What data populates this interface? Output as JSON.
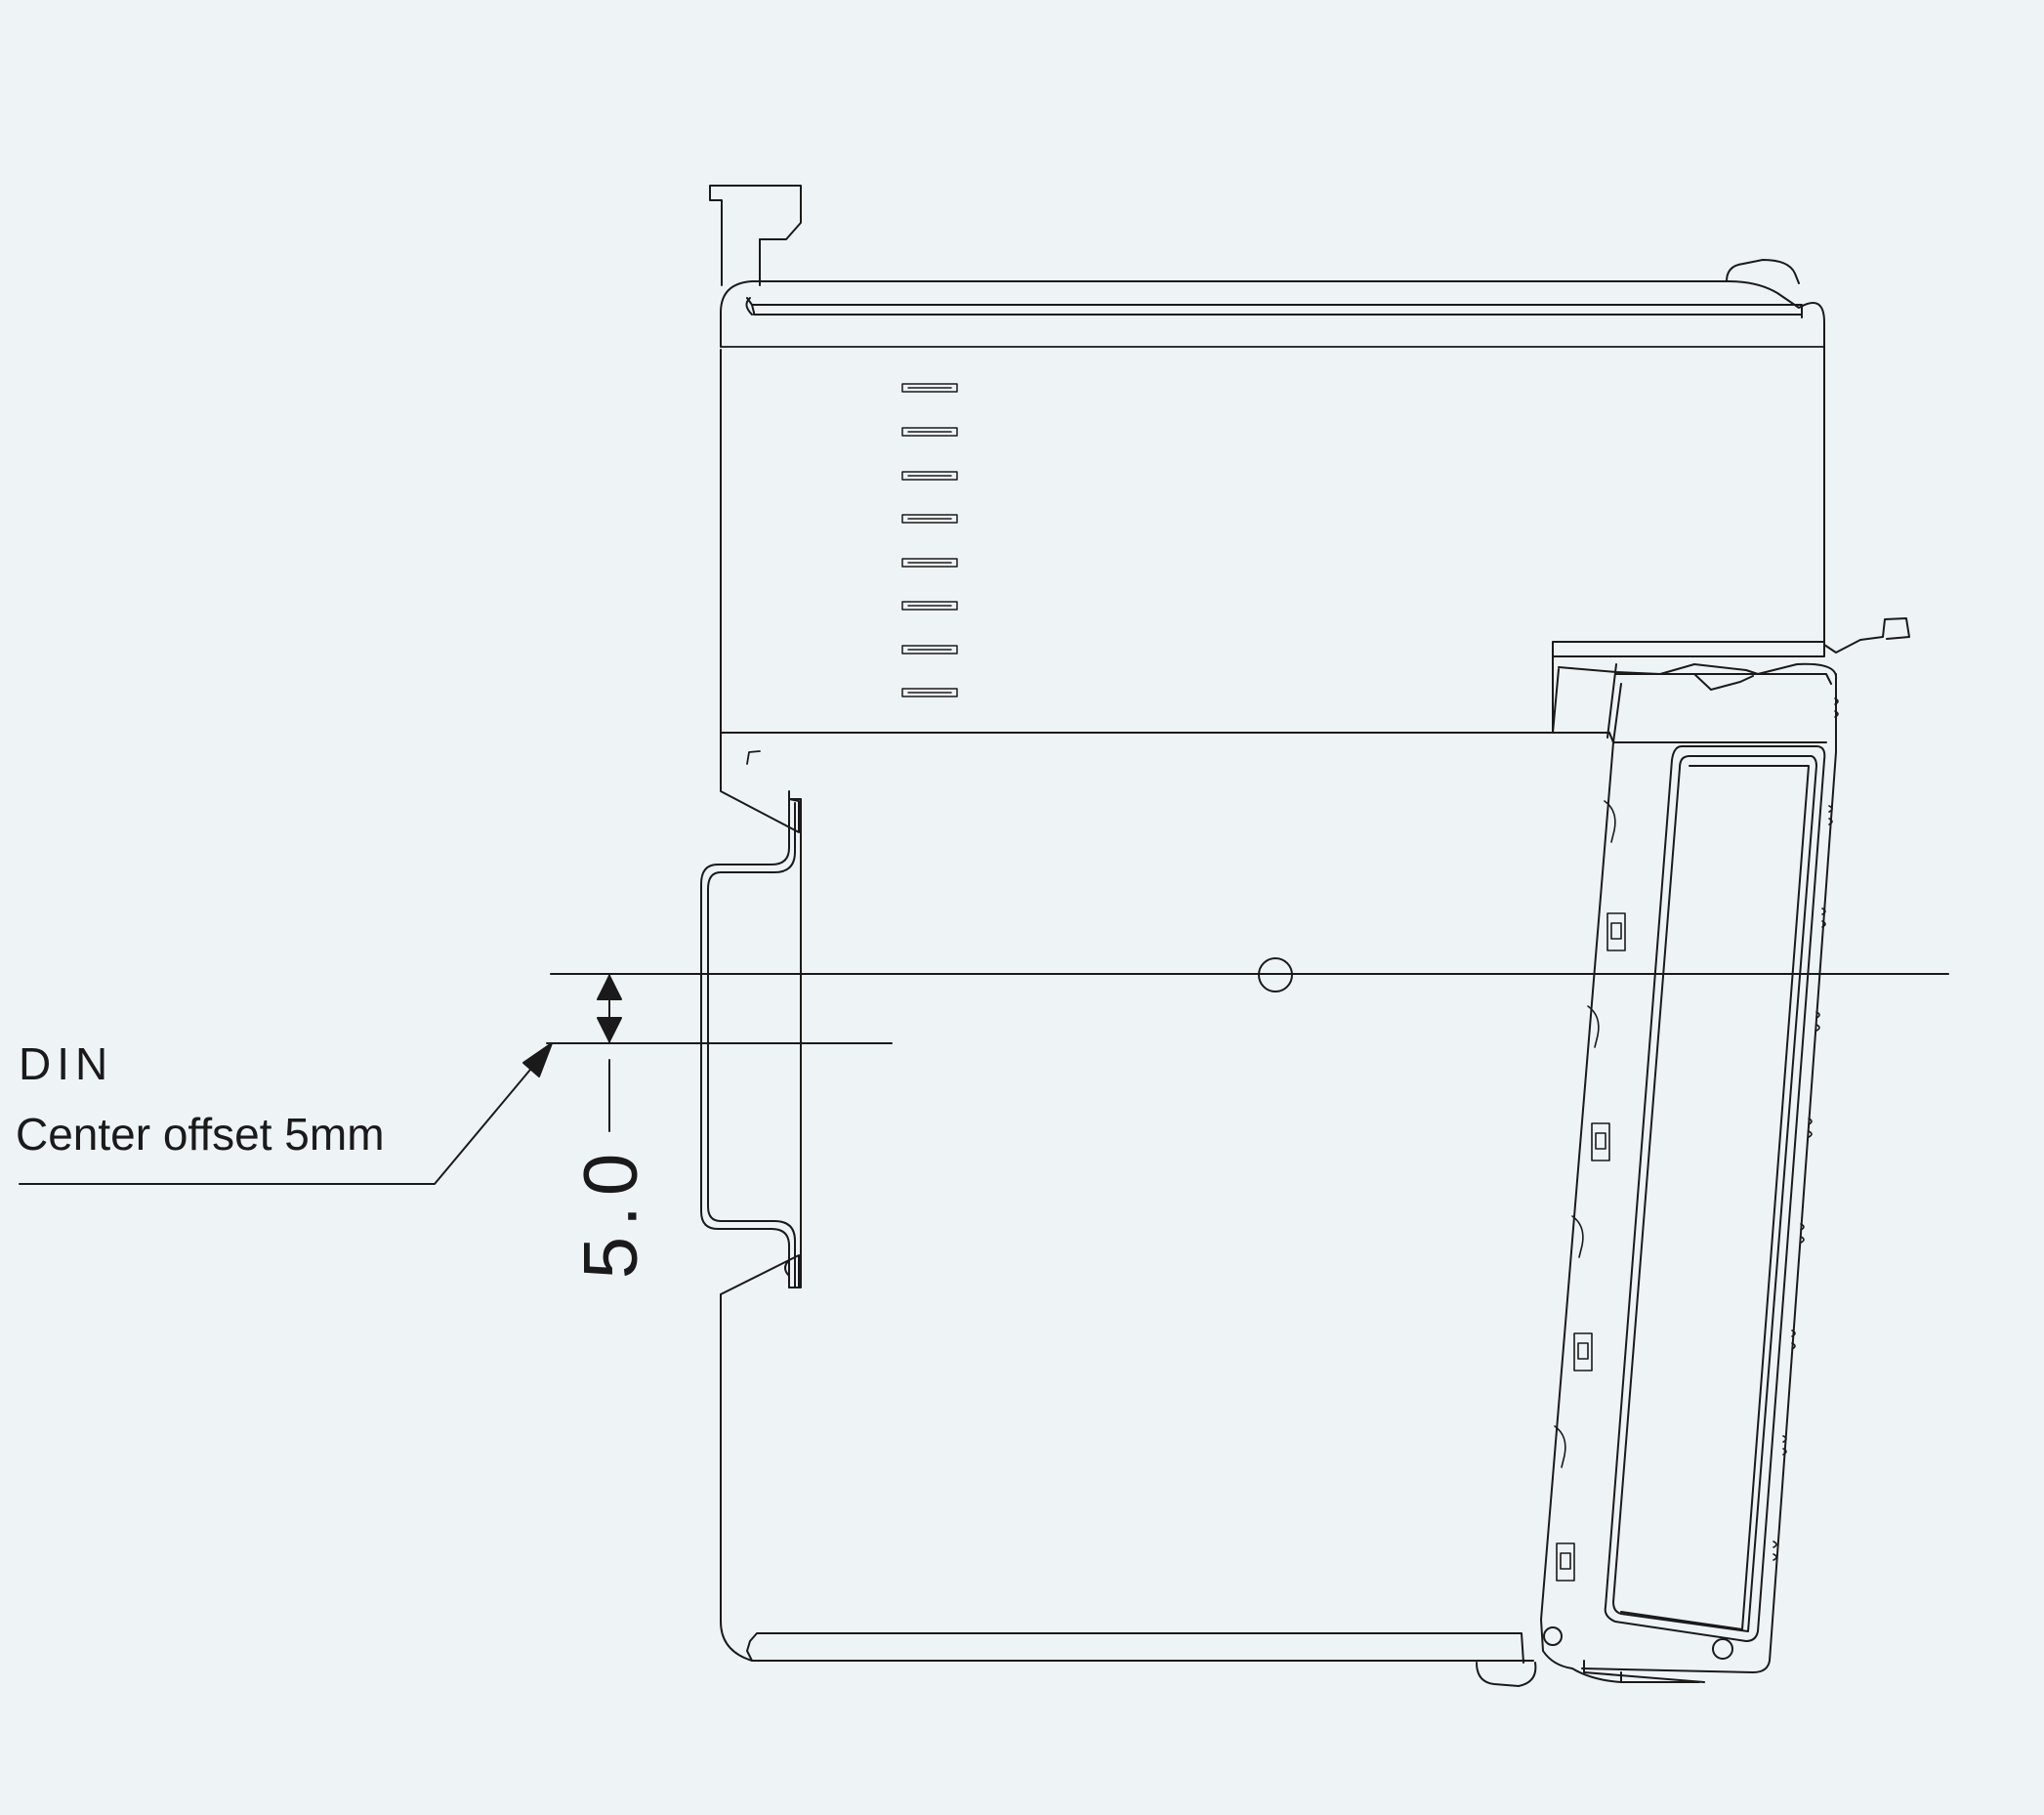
{
  "labels": {
    "din": "DIN",
    "center_offset": "Center offset 5mm",
    "dimension_value": "5.0"
  },
  "colors": {
    "background": "#eef3f6",
    "line": "#1a1a1a"
  }
}
